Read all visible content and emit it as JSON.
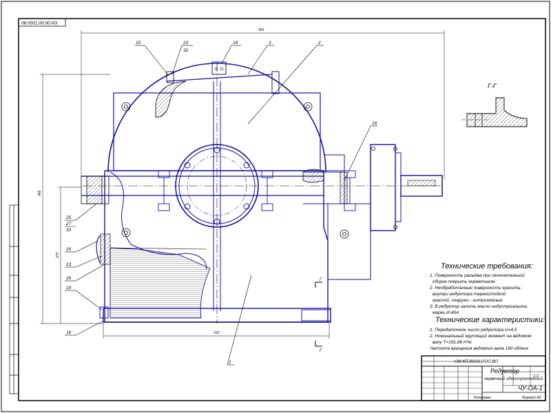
{
  "sheet": {
    "stamp_top": "08.0001.00.00.ИЗ"
  },
  "callouts": [
    {
      "id": "c15",
      "text": "15"
    },
    {
      "id": "c23",
      "text": "23"
    },
    {
      "id": "c32",
      "text": "32"
    },
    {
      "id": "c14",
      "text": "14"
    },
    {
      "id": "c3",
      "text": "3"
    },
    {
      "id": "c2",
      "text": "2"
    },
    {
      "id": "c18",
      "text": "18"
    },
    {
      "id": "c25",
      "text": "25"
    },
    {
      "id": "c27",
      "text": "27"
    },
    {
      "id": "c33",
      "text": "33"
    },
    {
      "id": "c20",
      "text": "20"
    },
    {
      "id": "c13",
      "text": "13"
    },
    {
      "id": "c26",
      "text": "26"
    },
    {
      "id": "c19",
      "text": "19"
    },
    {
      "id": "c16",
      "text": "16"
    },
    {
      "id": "c1",
      "text": "1"
    }
  ],
  "dimensions": {
    "top_width": "350",
    "left_height": "466",
    "mid_height": "270",
    "bottom_width": "310"
  },
  "section": {
    "title": "Г-Г",
    "mark_upper": "Г",
    "mark_lower": "Г"
  },
  "requirements": {
    "title": "Технические требования:",
    "lines": [
      "1. Поверхность разъёма при окончательной",
      "сборке покрыть герметиком.",
      "2. Необработанные поверхности красить:",
      "внутри редуктора термостойкой",
      "краской, снаружи - нитроэмалью.",
      "3. В редуктор залить масло индустриальное,",
      "марки И-40А"
    ]
  },
  "characteristics": {
    "title": "Технические характеристики:",
    "lines": [
      "1. Передаточное число редуктора U=4,5",
      "2. Номинальный крутящий момент на ведомом",
      "валу Т=191,89 Н*м",
      "Частота вращения ведомого вала 160 об/мин"
    ]
  },
  "title_block": {
    "doc_number": "ОМ.КП.ЗОО1.ООО.ВО",
    "name_line1": "Редуктор",
    "name_line2": "червячный одноступенчатый",
    "sheet_no": "1:1",
    "group": "ЧУ-ОА-1",
    "format": "Формат А3",
    "copied": "Копировал"
  }
}
